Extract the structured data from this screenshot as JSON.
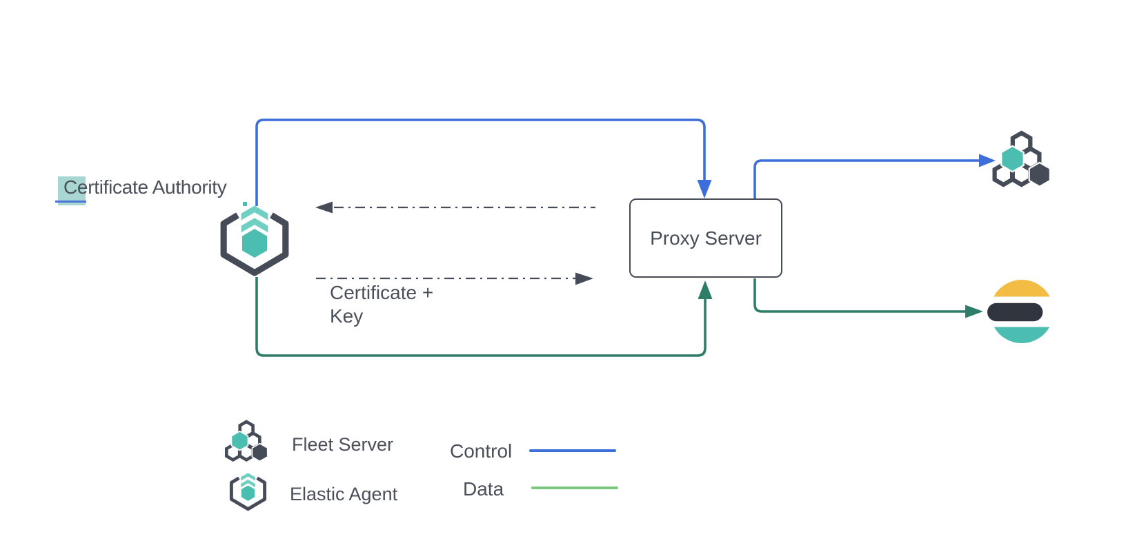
{
  "nodes": {
    "certificate_authority": "Certificate Authority",
    "proxy_server": "Proxy Server",
    "certificate_key": "Certificate +\nKey"
  },
  "edges": {
    "control_ca_to_proxy": "control",
    "control_proxy_to_fleet": "control",
    "data_ca_to_proxy": "data",
    "data_proxy_to_elasticsearch": "data",
    "cert_exchange_left": "dashed",
    "cert_exchange_right": "dashed"
  },
  "icons": {
    "elastic_agent": "elastic-agent-icon",
    "fleet_server": "fleet-server-icon",
    "elasticsearch": "elasticsearch-icon"
  },
  "legend": {
    "items": [
      {
        "icon": "fleet-server-icon",
        "label": "Fleet Server"
      },
      {
        "icon": "elastic-agent-icon",
        "label": "Elastic Agent"
      }
    ],
    "lines": [
      {
        "label": "Control",
        "color": "#3d6fdb"
      },
      {
        "label": "Data",
        "color": "#7cc67e"
      }
    ]
  },
  "colors": {
    "control_blue": "#3d6fdb",
    "data_green_dark": "#2e7d68",
    "data_green_light": "#7cc67e",
    "teal": "#4cbdb1",
    "teal_light": "#6fcfc3",
    "slate": "#454b57",
    "text": "#4a4f59",
    "es_yellow": "#f2bc45",
    "es_dark": "#30353e",
    "selection_highlight": "#a7d7d0",
    "selection_underline": "#4a74d9"
  }
}
